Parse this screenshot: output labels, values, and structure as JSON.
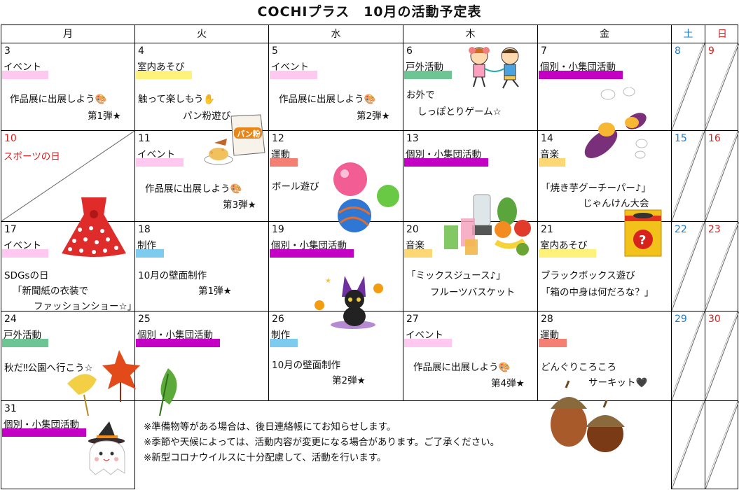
{
  "title": "COCHIプラス　10月の活動予定表",
  "days": [
    "月",
    "火",
    "水",
    "木",
    "金",
    "土",
    "日"
  ],
  "colors": {
    "saturday": "#1a7bd1",
    "sunday_holiday": "#d91e1e",
    "イベント": "#ffc8f0",
    "室内あそび": "#fff27a",
    "戸外活動": "#6cc593",
    "個別・小集団活動": "#c400c4",
    "運動": "#f47f73",
    "音楽": "#fcd774",
    "制作": "#7dccef"
  },
  "weeks": [
    {
      "mon": {
        "num": "3",
        "cat": "イベント",
        "l1": "作品展に出展しよう🎨",
        "l2": "第1弾★"
      },
      "tue": {
        "num": "4",
        "cat": "室内あそび",
        "l1": "触って楽しもう✋",
        "l2": "パン粉遊び"
      },
      "wed": {
        "num": "5",
        "cat": "イベント",
        "l1": "作品展に出展しよう🎨",
        "l2": "第2弾★"
      },
      "thu": {
        "num": "6",
        "cat": "戸外活動",
        "l1": "お外で",
        "l2": "しっぽとりゲーム☆"
      },
      "fri": {
        "num": "7",
        "cat": "個別・小集団活動"
      },
      "sat": {
        "num": "8"
      },
      "sun": {
        "num": "9"
      }
    },
    {
      "mon": {
        "num": "10",
        "holiday": "スポーツの日"
      },
      "tue": {
        "num": "11",
        "cat": "イベント",
        "l1": "作品展に出展しよう🎨",
        "l2": "第3弾★"
      },
      "wed": {
        "num": "12",
        "cat": "運動",
        "l1": "ボール遊び"
      },
      "thu": {
        "num": "13",
        "cat": "個別・小集団活動"
      },
      "fri": {
        "num": "14",
        "cat": "音楽",
        "l1": "「焼き芋グーチーパー♪」",
        "l2": "じゃんけん大会"
      },
      "sat": {
        "num": "15"
      },
      "sun": {
        "num": "16"
      }
    },
    {
      "mon": {
        "num": "17",
        "cat": "イベント",
        "l1": "SDGsの日",
        "l2": "「新聞紙の衣装で",
        "l3": "ファッションショー☆」"
      },
      "tue": {
        "num": "18",
        "cat": "制作",
        "l1": "10月の壁面制作",
        "l2": "第1弾★"
      },
      "wed": {
        "num": "19",
        "cat": "個別・小集団活動"
      },
      "thu": {
        "num": "20",
        "cat": "音楽",
        "l1": "「ミックスジュース♪」",
        "l2": "フルーツバスケット"
      },
      "fri": {
        "num": "21",
        "cat": "室内あそび",
        "l1": "ブラックボックス遊び",
        "l2": "「箱の中身は何だろな？」"
      },
      "sat": {
        "num": "22"
      },
      "sun": {
        "num": "23"
      }
    },
    {
      "mon": {
        "num": "24",
        "cat": "戸外活動",
        "l1": "秋だ‼公園へ行こう☆"
      },
      "tue": {
        "num": "25",
        "cat": "個別・小集団活動"
      },
      "wed": {
        "num": "26",
        "cat": "制作",
        "l1": "10月の壁面制作",
        "l2": "第2弾★"
      },
      "thu": {
        "num": "27",
        "cat": "イベント",
        "l1": "作品展に出展しよう🎨",
        "l2": "第4弾★"
      },
      "fri": {
        "num": "28",
        "cat": "運動",
        "l1": "どんぐりころころ",
        "l2": "サーキット🖤"
      },
      "sat": {
        "num": "29"
      },
      "sun": {
        "num": "30"
      }
    },
    {
      "mon": {
        "num": "31",
        "cat": "個別・小集団活動"
      }
    }
  ],
  "notes": [
    "※準備物等がある場合は、後日連絡帳にてお知らせします。",
    "※季節や天候によっては、活動内容が変更になる場合があります。ご了承ください。",
    "※新型コロナウイルスに十分配慮して、活動を行います。"
  ],
  "illustrations": {
    "bread_crumbs_bag_label": "パン粉"
  }
}
